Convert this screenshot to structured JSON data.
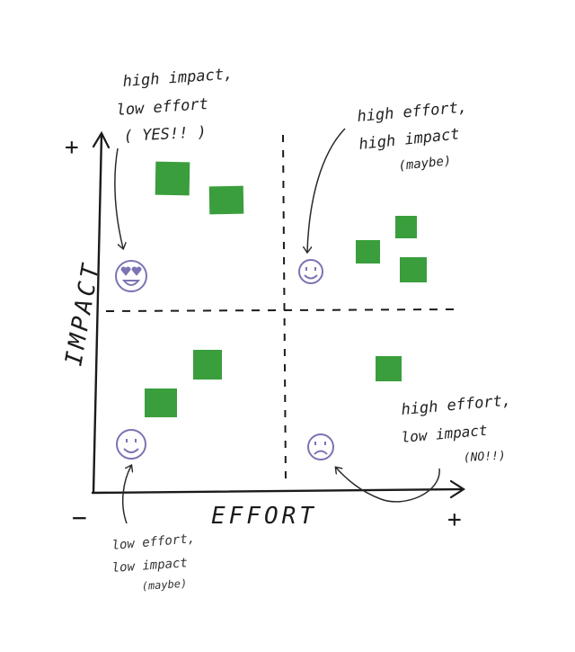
{
  "axes": {
    "x_label": "EFFORT",
    "y_label": "IMPACT",
    "x_plus": "+",
    "x_minus": "−",
    "y_plus": "+"
  },
  "annotations": {
    "top_left": [
      "high impact,",
      "low effort",
      "( YES!! )"
    ],
    "top_right": [
      "high effort,",
      "high impact",
      "(maybe)"
    ],
    "bottom_right": [
      "high effort,",
      "low impact",
      "(NO!!)"
    ],
    "bottom_left": [
      "low effort,",
      "low impact",
      "(maybe)"
    ]
  },
  "quadrant_faces": {
    "top_left": "heart-eyes-face-icon",
    "top_right": "smiling-face-icon",
    "bottom_left": "smiling-face-icon",
    "bottom_right": "frowning-face-icon"
  },
  "colors": {
    "square": "#3a9e3d",
    "face": "#7a74b3",
    "ink": "#1b1b1b"
  }
}
